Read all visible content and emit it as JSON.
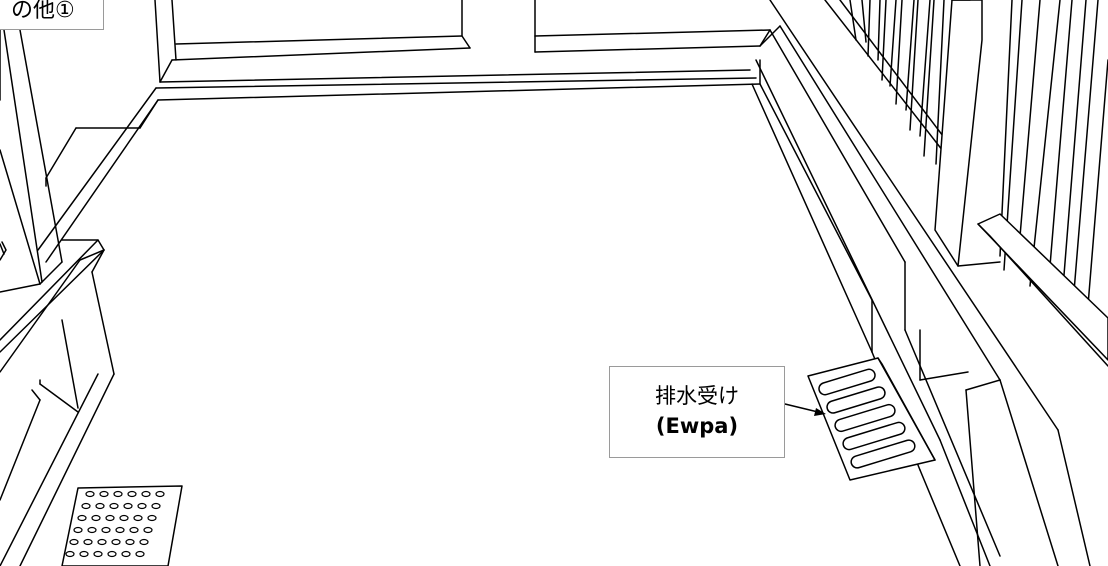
{
  "top_label": "の他①",
  "callout": {
    "title": "排水受け",
    "code": "(Ewpa)"
  }
}
